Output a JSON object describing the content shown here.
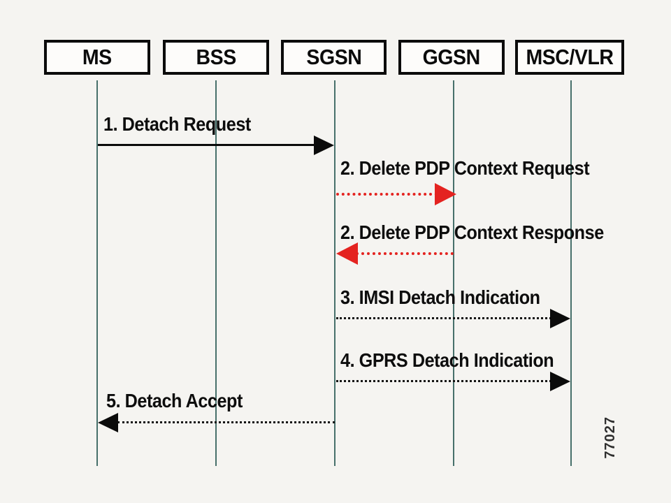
{
  "diagram": {
    "description": "GPRS combined detach procedure sequence diagram",
    "entities": [
      {
        "id": "ms",
        "label": "MS"
      },
      {
        "id": "bss",
        "label": "BSS"
      },
      {
        "id": "sgsn",
        "label": "SGSN"
      },
      {
        "id": "ggsn",
        "label": "GGSN"
      },
      {
        "id": "mscvlr",
        "label": "MSC/VLR"
      }
    ],
    "messages": [
      {
        "label": "1. Detach Request",
        "from": "MS",
        "to": "SGSN",
        "line": "solid",
        "color": "#0b0b0b"
      },
      {
        "label": "2. Delete PDP Context Request",
        "from": "SGSN",
        "to": "GGSN",
        "line": "dotted",
        "color": "#e42320"
      },
      {
        "label": "2. Delete PDP Context Response",
        "from": "GGSN",
        "to": "SGSN",
        "line": "dotted",
        "color": "#e42320"
      },
      {
        "label": "3. IMSI Detach Indication",
        "from": "SGSN",
        "to": "MSC/VLR",
        "line": "dotted",
        "color": "#0b0b0b"
      },
      {
        "label": "4. GPRS Detach Indication",
        "from": "SGSN",
        "to": "MSC/VLR",
        "line": "dotted",
        "color": "#0b0b0b"
      },
      {
        "label": "5. Detach Accept",
        "from": "SGSN",
        "to": "MS",
        "line": "dotted",
        "color": "#0b0b0b"
      }
    ],
    "figure_number": "77027",
    "colors": {
      "background": "#f5f4f1",
      "lifeline": "#47706b",
      "accent_red": "#e42320",
      "ink": "#0b0b0b"
    }
  }
}
